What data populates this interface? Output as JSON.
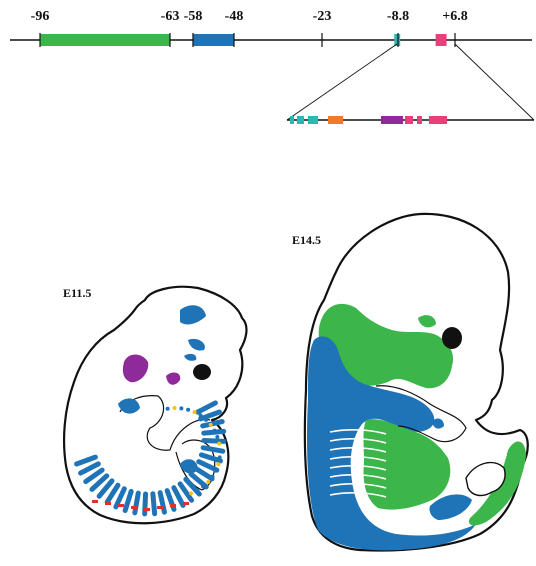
{
  "map": {
    "ticks": [
      {
        "label": "-96",
        "value": -96
      },
      {
        "label": "-63",
        "value": -63
      },
      {
        "label": "-58",
        "value": -58
      },
      {
        "label": "-48",
        "value": -48
      },
      {
        "label": "-23",
        "value": -23
      },
      {
        "label": "-8.8",
        "value": -8.8
      },
      {
        "label": "+6.8",
        "value": 6.8
      }
    ],
    "segments": [
      {
        "name": "green-segment",
        "from": -96,
        "to": -63,
        "color": "#3cb54a"
      },
      {
        "name": "blue-segment",
        "from": -58,
        "to": -48,
        "color": "#1f73b7"
      },
      {
        "name": "teal-segment",
        "from": -9.5,
        "to": -8.2,
        "color": "#2bb8b0"
      },
      {
        "name": "pink-segment",
        "from": 1.5,
        "to": 4.5,
        "color": "#e8417a"
      }
    ]
  },
  "stages": {
    "e11": "E11.5",
    "e14": "E14.5"
  },
  "colors": {
    "green": "#3cb54a",
    "blue": "#1f73b7",
    "teal": "#2bb8b0",
    "orange": "#f07a28",
    "purple": "#8e2a9a",
    "pink": "#e8417a",
    "red": "#e0302a",
    "yellow": "#f2c21a",
    "black": "#111111"
  }
}
